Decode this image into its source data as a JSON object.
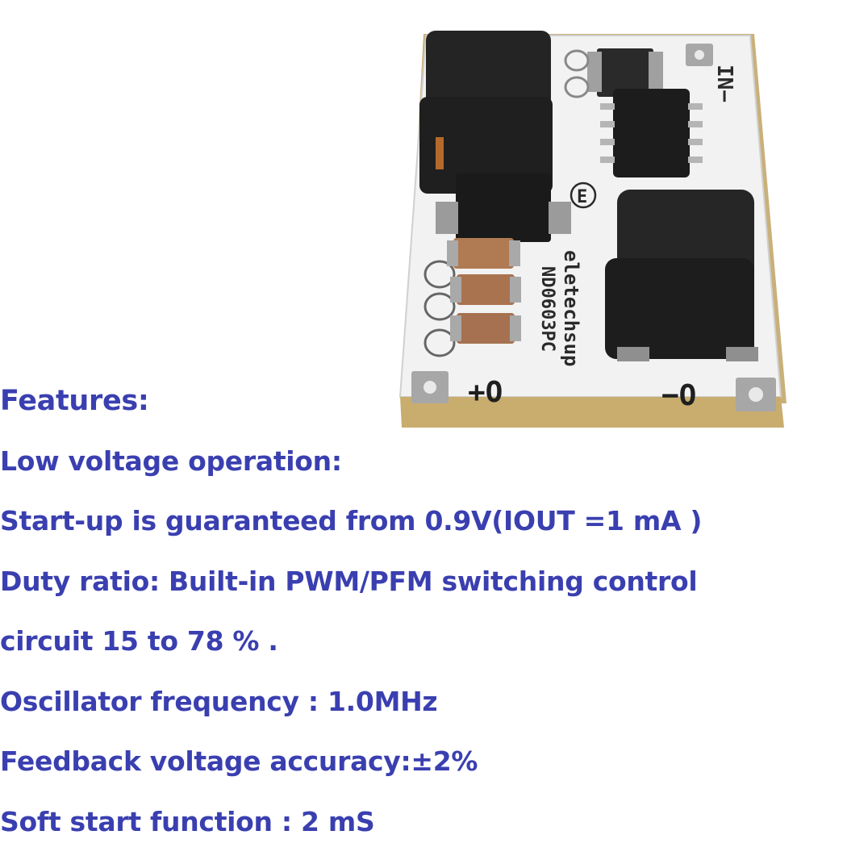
{
  "product": {
    "silkscreen_brand": "eletechsup",
    "silkscreen_model": "ND0603PC",
    "silkscreen_plus": "+O",
    "silkscreen_minus": "−O",
    "silkscreen_in": "IN−",
    "silkscreen_ce": "E",
    "colors": {
      "text": "#3a3fb0",
      "pcb": "#f4f4f4",
      "inductor": "#2b2b2b",
      "capacitor": "#b07a52",
      "pad": "#9a9a9a"
    }
  },
  "features": {
    "title": "Features:",
    "items": [
      "Low voltage operation:",
      "Start-up is guaranteed from 0.9V(IOUT =1 mA )",
      "Duty ratio: Built-in PWM/PFM switching control",
      "circuit 15 to 78 % .",
      "Oscillator frequency : 1.0MHz",
      "Feedback voltage accuracy:±2%",
      "Soft start function : 2 mS"
    ]
  }
}
